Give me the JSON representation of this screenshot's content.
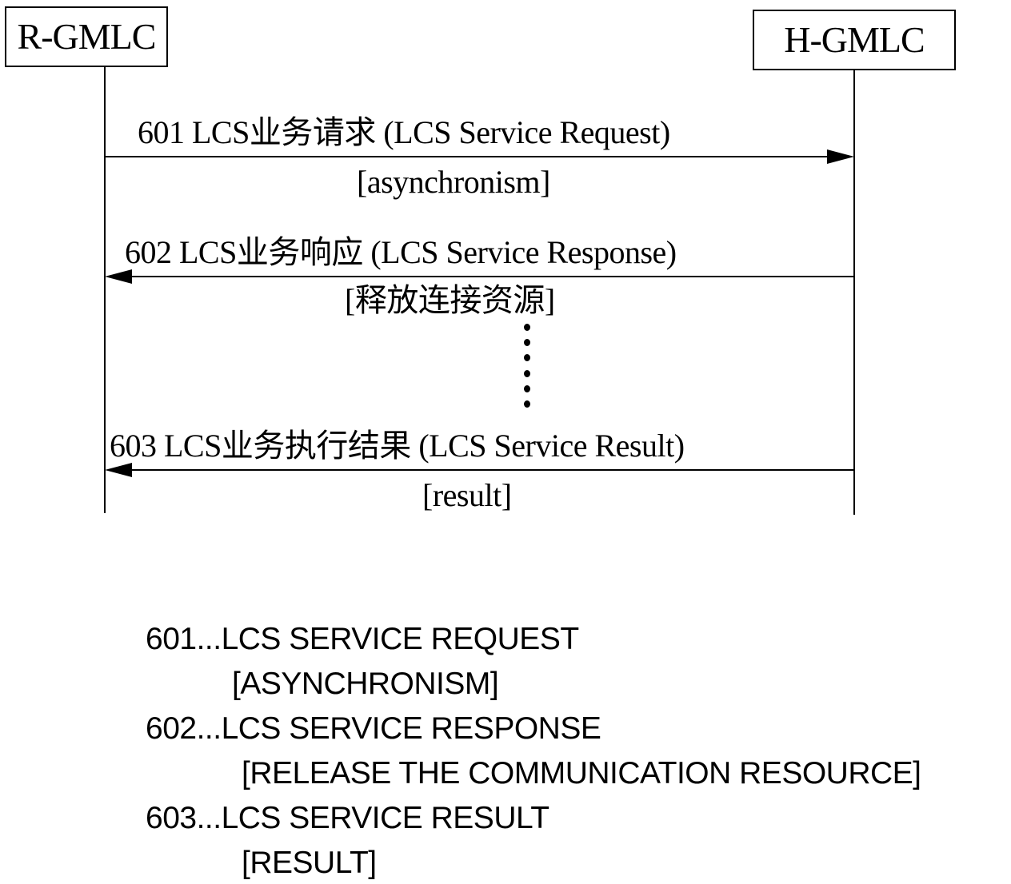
{
  "participants": {
    "left": {
      "label": "R-GMLC"
    },
    "right": {
      "label": "H-GMLC"
    }
  },
  "messages": [
    {
      "id": "601",
      "label": "601 LCS业务请求 (LCS Service Request)",
      "note": "[asynchronism]",
      "direction": "right"
    },
    {
      "id": "602",
      "label": "602 LCS业务响应 (LCS Service Response)",
      "note": "[释放连接资源]",
      "direction": "left"
    },
    {
      "id": "603",
      "label": "603 LCS业务执行结果 (LCS Service Result)",
      "note": "[result]",
      "direction": "left"
    }
  ],
  "legend": [
    {
      "line": "601...LCS SERVICE REQUEST"
    },
    {
      "line": "[ASYNCHRONISM]"
    },
    {
      "line": "602...LCS SERVICE RESPONSE"
    },
    {
      "line": "[RELEASE THE COMMUNICATION RESOURCE]"
    },
    {
      "line": "603...LCS SERVICE RESULT"
    },
    {
      "line": "[RESULT]"
    }
  ]
}
